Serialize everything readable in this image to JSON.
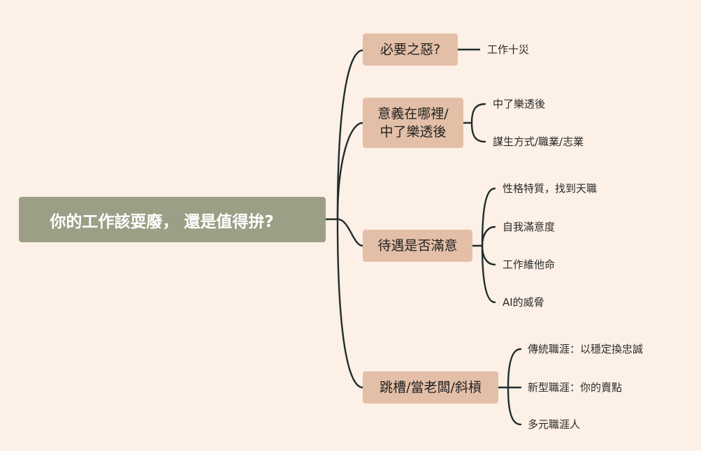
{
  "root": {
    "title": "你的工作該耍廢， 還是值得拚?"
  },
  "branches": [
    {
      "label": "必要之惡?",
      "leaves": [
        "工作十災"
      ]
    },
    {
      "label_line1": "意義在哪裡/",
      "label_line2": "中了樂透後",
      "leaves": [
        "中了樂透後",
        "謀生方式/職業/志業"
      ]
    },
    {
      "label": "待遇是否滿意",
      "leaves": [
        "性格特質，找到天職",
        "自我滿意度",
        "工作維他命",
        "AI的威脅"
      ]
    },
    {
      "label": "跳槽/當老闆/斜槓",
      "leaves": [
        "傳統職涯：以穩定換忠誠",
        "新型職涯：你的賣點",
        "多元職涯人"
      ]
    }
  ],
  "colors": {
    "background": "#fdf0e6",
    "root_fill": "#9c9f86",
    "branch_fill": "#e3bfa7",
    "line": "#1f2d2d"
  }
}
